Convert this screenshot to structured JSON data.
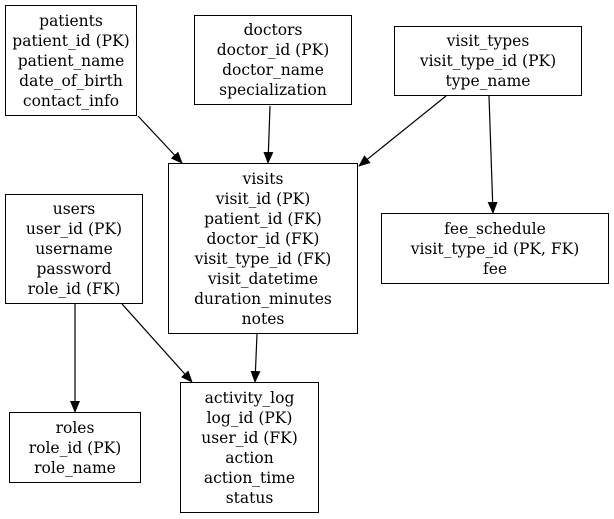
{
  "entities": [
    {
      "id": "patients",
      "lines": [
        "patients",
        "patient_id (PK)",
        "patient_name",
        "date_of_birth",
        "contact_info"
      ]
    },
    {
      "id": "doctors",
      "lines": [
        "doctors",
        "doctor_id (PK)",
        "doctor_name",
        "specialization"
      ]
    },
    {
      "id": "visit_types",
      "lines": [
        "visit_types",
        "visit_type_id (PK)",
        "type_name"
      ]
    },
    {
      "id": "visits",
      "lines": [
        "visits",
        "visit_id (PK)",
        "patient_id (FK)",
        "doctor_id (FK)",
        "visit_type_id (FK)",
        "visit_datetime",
        "duration_minutes",
        "notes"
      ]
    },
    {
      "id": "fee_schedule",
      "lines": [
        "fee_schedule",
        "visit_type_id (PK, FK)",
        "fee"
      ]
    },
    {
      "id": "users",
      "lines": [
        "users",
        "user_id (PK)",
        "username",
        "password",
        "role_id (FK)"
      ]
    },
    {
      "id": "roles",
      "lines": [
        "roles",
        "role_id (PK)",
        "role_name"
      ]
    },
    {
      "id": "activity_log",
      "lines": [
        "activity_log",
        "log_id (PK)",
        "user_id (FK)",
        "action",
        "action_time",
        "status"
      ]
    }
  ],
  "relationships": [
    {
      "from": "patients",
      "to": "visits"
    },
    {
      "from": "doctors",
      "to": "visits"
    },
    {
      "from": "visit_types",
      "to": "visits"
    },
    {
      "from": "visit_types",
      "to": "fee_schedule"
    },
    {
      "from": "visits",
      "to": "activity_log"
    },
    {
      "from": "users",
      "to": "roles"
    },
    {
      "from": "users",
      "to": "activity_log"
    }
  ],
  "colors": {
    "stroke": "#000000",
    "background": "#ffffff"
  }
}
